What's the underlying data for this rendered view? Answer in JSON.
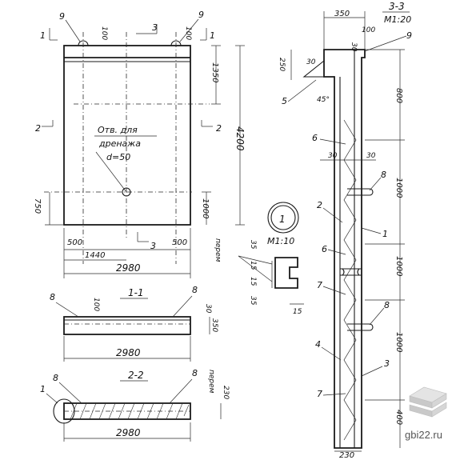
{
  "top": {
    "dim_100_left": "100",
    "dim_100_right": "100",
    "callout_9a": "9",
    "callout_9b": "9",
    "section_1_left": "1",
    "section_1_right": "1",
    "section_3_top": "3",
    "section_3_bottom": "3",
    "section_2_left": "2",
    "section_2_right": "2"
  },
  "plan": {
    "note_line1": "Отв. для",
    "note_line2": "дренажа",
    "note_line3": "d=50",
    "dim_1350": "1350",
    "dim_4200": "4200",
    "dim_1000": "1000",
    "dim_750": "750",
    "dim_500_left": "500",
    "dim_500_right": "500",
    "dim_1440": "1440",
    "dim_2980": "2980"
  },
  "section_1_1": {
    "title": "1-1",
    "callout_8a": "8",
    "callout_8b": "8",
    "dim_100": "100",
    "dim_30": "30",
    "dim_350": "350",
    "dim_2980": "2980"
  },
  "section_2_2": {
    "title": "2-2",
    "callout_8a": "8",
    "callout_8b": "8",
    "callout_1": "1",
    "dim_perem": "перем",
    "dim_230": "230",
    "dim_2980": "2980"
  },
  "detail_1": {
    "number": "1",
    "scale": "М1:10",
    "dim_35_top": "35",
    "dim_15a": "15",
    "dim_15b": "15",
    "dim_35_bottom": "35",
    "dim_15_side": "15",
    "dim_perem": "перем"
  },
  "section_3_3": {
    "title": "3-3",
    "scale": "М1:20",
    "dim_350": "350",
    "dim_100": "100",
    "dim_30_a": "30",
    "dim_30_b": "30",
    "dim_250": "250",
    "dim_45": "45°",
    "dim_800": "800",
    "dim_30_c": "30",
    "dim_30_d": "30",
    "dim_1000_a": "1000",
    "dim_1000_b": "1000",
    "dim_1000_c": "1000",
    "dim_400": "400",
    "dim_230": "230",
    "callout_9": "9",
    "callout_5": "5",
    "callout_6a": "6",
    "callout_8a": "8",
    "callout_2": "2",
    "callout_1": "1",
    "callout_6b": "6",
    "callout_7a": "7",
    "callout_8b": "8",
    "callout_4": "4",
    "callout_3": "3",
    "callout_7b": "7"
  },
  "watermark": "gbi22.ru"
}
